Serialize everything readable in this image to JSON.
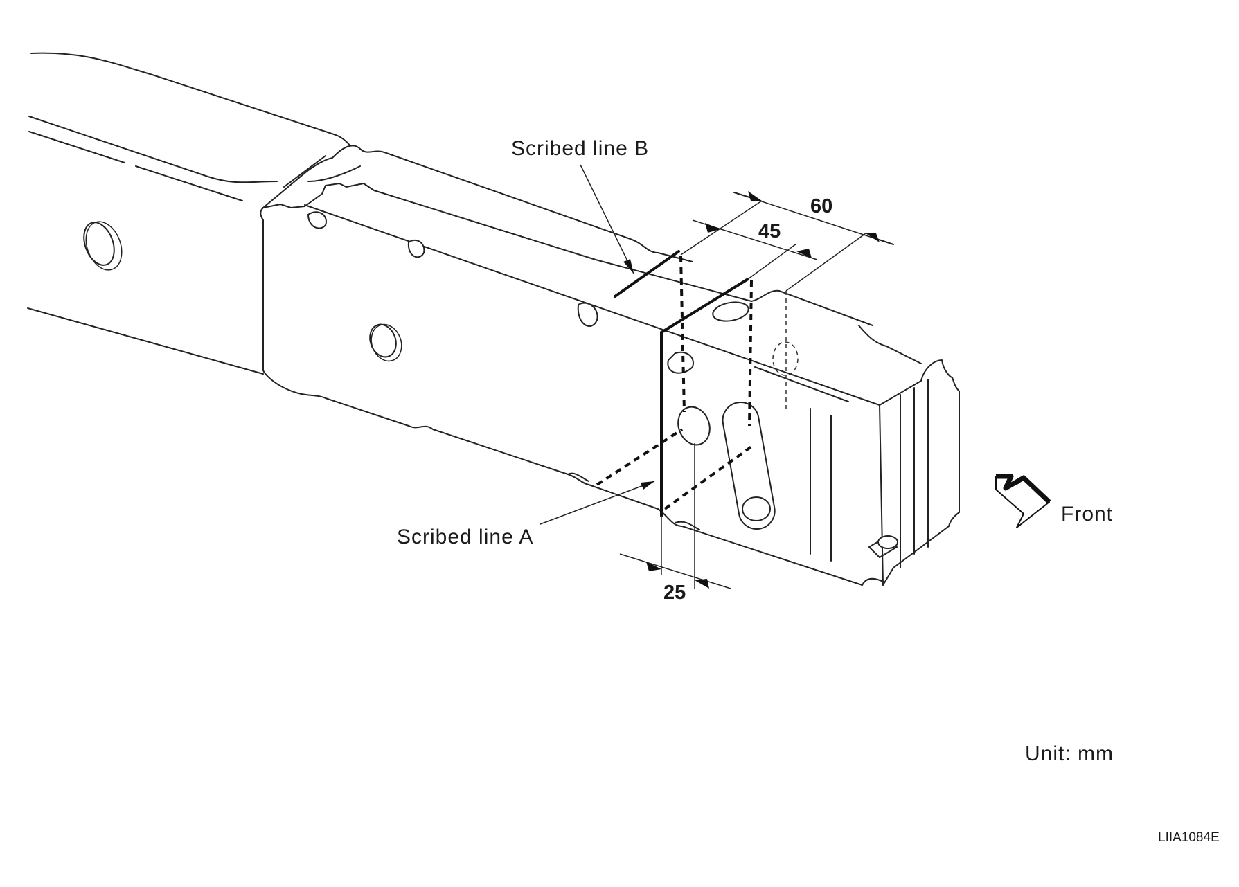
{
  "labels": {
    "scribed_line_a": "Scribed line A",
    "scribed_line_b": "Scribed line B",
    "front": "Front",
    "unit": "Unit: mm",
    "figure_code": "LIIA1084E"
  },
  "dimensions": {
    "d60": "60",
    "d45": "45",
    "d25": "25"
  }
}
